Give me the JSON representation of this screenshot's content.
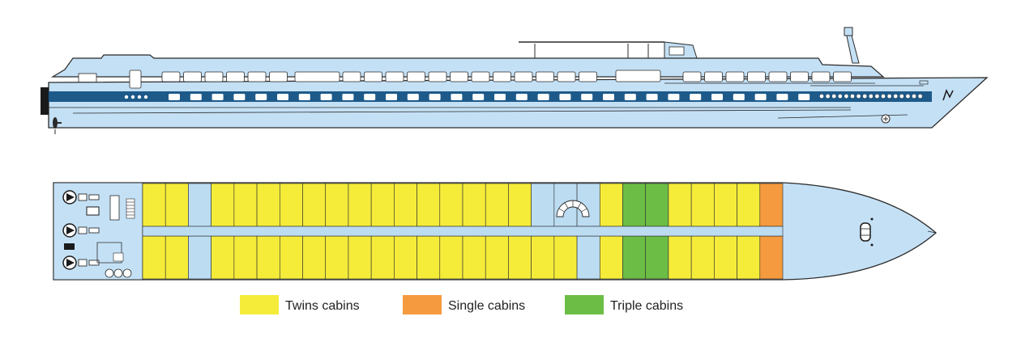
{
  "colors": {
    "hull": "#c4e0f5",
    "outline": "#2b2b2b",
    "stripe": "#1d5a8a",
    "twin": "#f5ec3a",
    "single": "#f59a3e",
    "triple": "#6cbd45",
    "corridor": "#bcdcf2"
  },
  "legend": [
    {
      "key": "twin",
      "label": "Twins cabins"
    },
    {
      "key": "single",
      "label": "Single cabins"
    },
    {
      "key": "triple",
      "label": "Triple cabins"
    }
  ],
  "deck_plan": {
    "top_row": [
      "twin",
      "twin",
      "gap",
      "twin",
      "twin",
      "twin",
      "twin",
      "twin",
      "twin",
      "twin",
      "twin",
      "twin",
      "twin",
      "twin",
      "twin",
      "twin",
      "twin",
      "stair",
      "twin",
      "triple",
      "triple",
      "twin",
      "twin",
      "twin",
      "twin",
      "single"
    ],
    "bottom_row": [
      "twin",
      "twin",
      "gap",
      "twin",
      "twin",
      "twin",
      "twin",
      "twin",
      "twin",
      "twin",
      "twin",
      "twin",
      "twin",
      "twin",
      "twin",
      "twin",
      "twin",
      "twin",
      "twin",
      "gap",
      "twin",
      "triple",
      "triple",
      "twin",
      "twin",
      "twin",
      "twin",
      "single"
    ]
  },
  "icons": [
    "propeller-icon",
    "spiral-staircase-icon",
    "anchor-icon",
    "ship-logo-icon"
  ]
}
